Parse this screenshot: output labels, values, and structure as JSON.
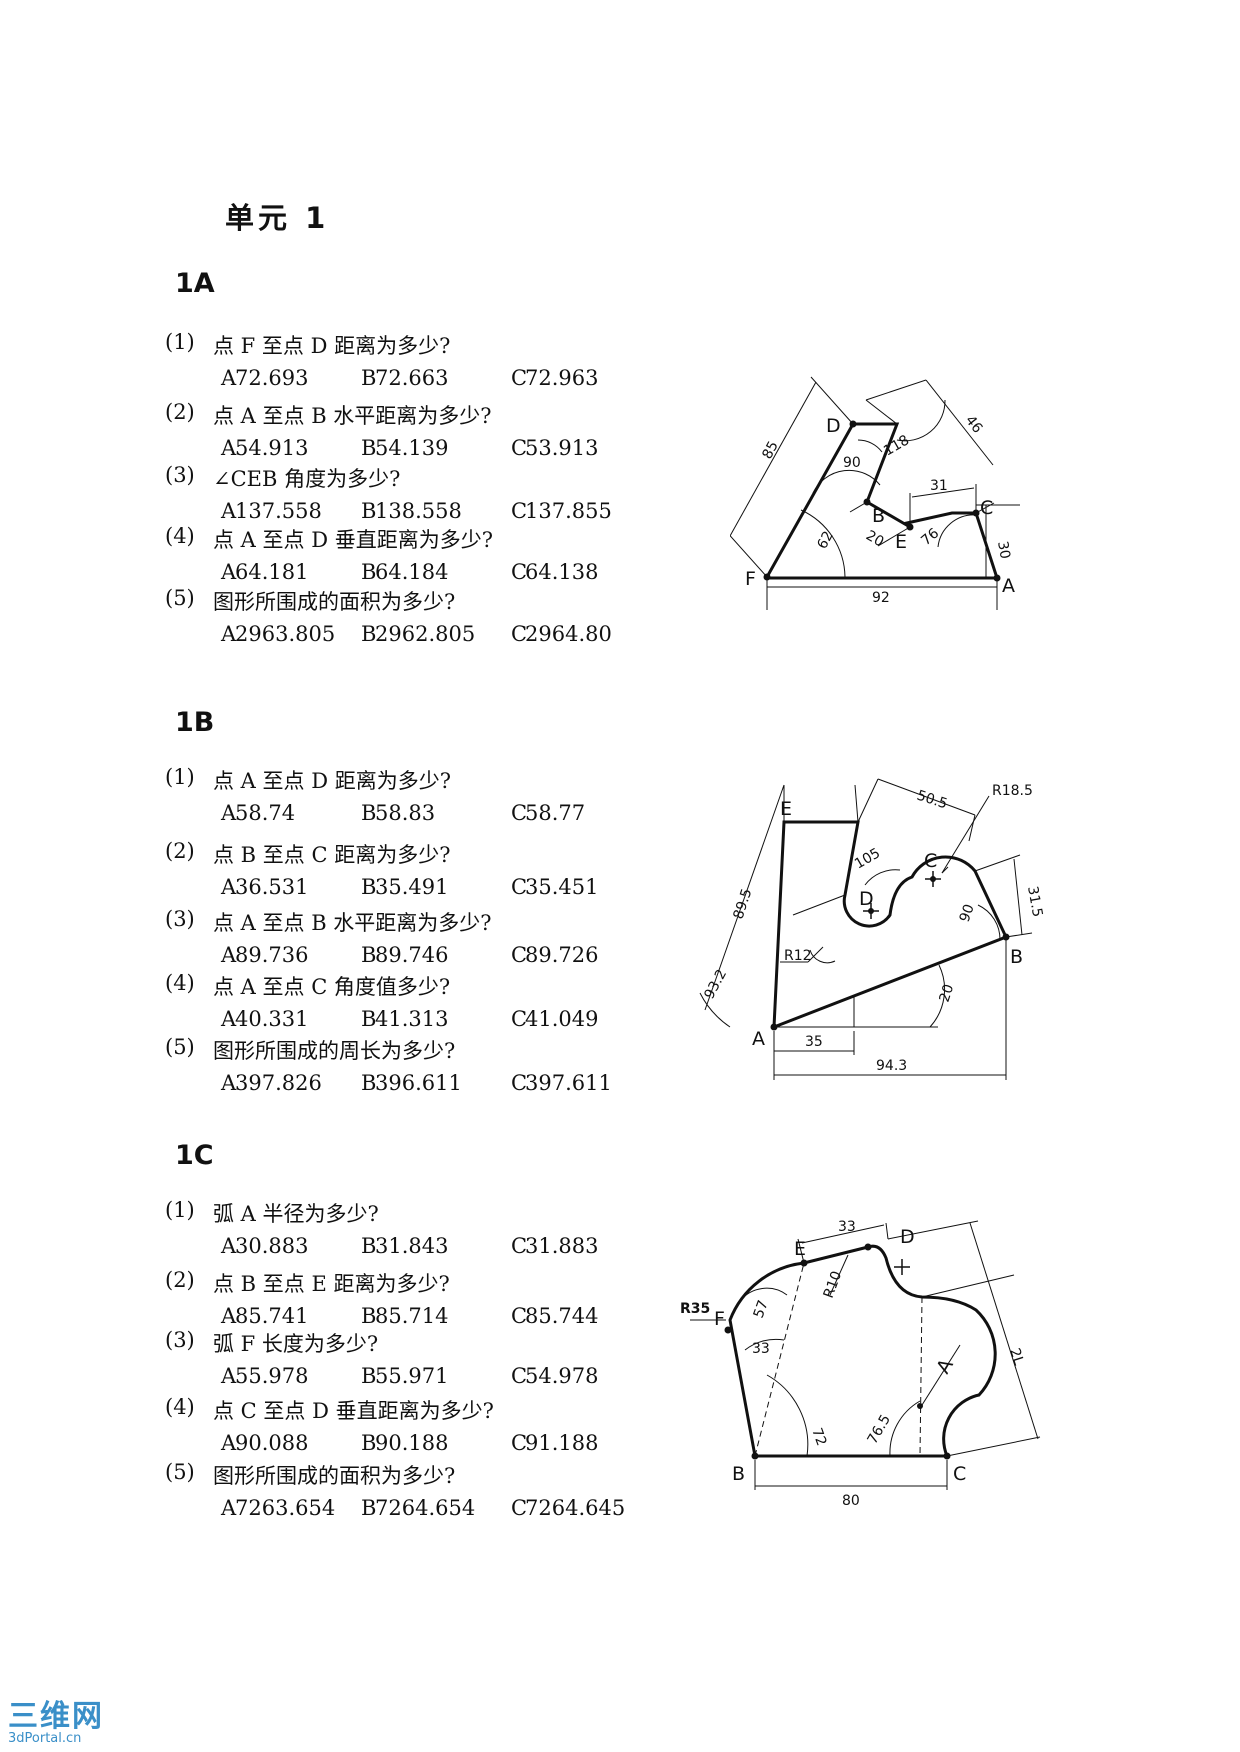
{
  "unit_title": "单元 1",
  "sections": [
    {
      "id": "1A",
      "questions": [
        {
          "num": "(1)",
          "text": "点 F 至点 D 距离为多少?",
          "options": [
            {
              "letter": "A",
              "value": "72.693"
            },
            {
              "letter": "B",
              "value": "72.663"
            },
            {
              "letter": "C",
              "value": "72.963"
            }
          ]
        },
        {
          "num": "(2)",
          "text": "点 A 至点 B 水平距离为多少?",
          "options": [
            {
              "letter": "A",
              "value": "54.913"
            },
            {
              "letter": "B",
              "value": "54.139"
            },
            {
              "letter": "C",
              "value": "53.913"
            }
          ]
        },
        {
          "num": "(3)",
          "text": "∠CEB 角度为多少?",
          "options": [
            {
              "letter": "A",
              "value": "137.558"
            },
            {
              "letter": "B",
              "value": "138.558"
            },
            {
              "letter": "C",
              "value": "137.855"
            }
          ]
        },
        {
          "num": "(4)",
          "text": "点 A 至点 D 垂直距离为多少?",
          "options": [
            {
              "letter": "A",
              "value": "64.181"
            },
            {
              "letter": "B",
              "value": "64.184"
            },
            {
              "letter": "C",
              "value": "64.138"
            }
          ]
        },
        {
          "num": "(5)",
          "text": "图形所围成的面积为多少?",
          "options": [
            {
              "letter": "A",
              "value": "2963.805"
            },
            {
              "letter": "B",
              "value": "2962.805"
            },
            {
              "letter": "C",
              "value": "2964.80"
            }
          ]
        }
      ]
    },
    {
      "id": "1B",
      "questions": [
        {
          "num": "(1)",
          "text": "点 A 至点 D 距离为多少?",
          "options": [
            {
              "letter": "A",
              "value": "58.74"
            },
            {
              "letter": "B",
              "value": "58.83"
            },
            {
              "letter": "C",
              "value": "58.77"
            }
          ]
        },
        {
          "num": "(2)",
          "text": "点 B 至点 C 距离为多少?",
          "options": [
            {
              "letter": "A",
              "value": "36.531"
            },
            {
              "letter": "B",
              "value": "35.491"
            },
            {
              "letter": "C",
              "value": "35.451"
            }
          ]
        },
        {
          "num": "(3)",
          "text": "点 A 至点 B 水平距离为多少?",
          "options": [
            {
              "letter": "A",
              "value": "89.736"
            },
            {
              "letter": "B",
              "value": "89.746"
            },
            {
              "letter": "C",
              "value": "89.726"
            }
          ]
        },
        {
          "num": "(4)",
          "text": "点 A 至点 C 角度值多少?",
          "options": [
            {
              "letter": "A",
              "value": "40.331"
            },
            {
              "letter": "B",
              "value": "41.313"
            },
            {
              "letter": "C",
              "value": "41.049"
            }
          ]
        },
        {
          "num": "(5)",
          "text": "图形所围成的周长为多少?",
          "options": [
            {
              "letter": "A",
              "value": "397.826"
            },
            {
              "letter": "B",
              "value": "396.611"
            },
            {
              "letter": "C",
              "value": "397.611"
            }
          ]
        }
      ]
    },
    {
      "id": "1C",
      "questions": [
        {
          "num": "(1)",
          "text": "弧 A 半径为多少?",
          "options": [
            {
              "letter": "A",
              "value": "30.883"
            },
            {
              "letter": "B",
              "value": "31.843"
            },
            {
              "letter": "C",
              "value": "31.883"
            }
          ]
        },
        {
          "num": "(2)",
          "text": "点 B 至点 E 距离为多少?",
          "options": [
            {
              "letter": "A",
              "value": "85.741"
            },
            {
              "letter": "B",
              "value": "85.714"
            },
            {
              "letter": "C",
              "value": "85.744"
            }
          ]
        },
        {
          "num": "(3)",
          "text": "弧 F 长度为多少?",
          "options": [
            {
              "letter": "A",
              "value": "55.978"
            },
            {
              "letter": "B",
              "value": "55.971"
            },
            {
              "letter": "C",
              "value": "54.978"
            }
          ]
        },
        {
          "num": "(4)",
          "text": "点 C 至点 D 垂直距离为多少?",
          "options": [
            {
              "letter": "A",
              "value": "90.088"
            },
            {
              "letter": "B",
              "value": "90.188"
            },
            {
              "letter": "C",
              "value": "91.188"
            }
          ]
        },
        {
          "num": "(5)",
          "text": "图形所围成的面积为多少?",
          "options": [
            {
              "letter": "A",
              "value": "7263.654"
            },
            {
              "letter": "B",
              "value": "7264.654"
            },
            {
              "letter": "C",
              "value": "7264.645"
            }
          ]
        }
      ]
    }
  ],
  "figures": {
    "fig_1a": {
      "points": [
        "D",
        "B",
        "C",
        "E",
        "F",
        "A"
      ],
      "dims": [
        "85",
        "46",
        "90",
        "118",
        "31",
        "20",
        "62",
        "76",
        "30",
        "92"
      ]
    },
    "fig_1b": {
      "points": [
        "E",
        "C",
        "D",
        "A",
        "B"
      ],
      "dims": [
        "50.5",
        "R18.5",
        "105",
        "89.5",
        "31.5",
        "90",
        "R12",
        "93.2",
        "20",
        "35",
        "94.3"
      ]
    },
    "fig_1c": {
      "points": [
        "D",
        "E",
        "F",
        "A",
        "B",
        "C"
      ],
      "dims": [
        "33",
        "R35",
        "57",
        "R10",
        "33",
        "72",
        "76.5",
        "80",
        "2L"
      ]
    }
  },
  "watermark": {
    "main": "三维网",
    "sub": "3dPortal.cn"
  }
}
